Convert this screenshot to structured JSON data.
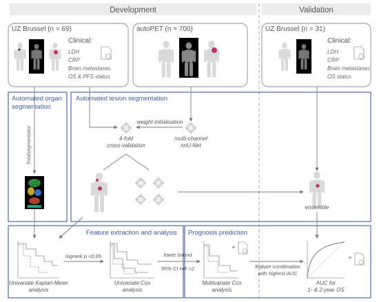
{
  "headers": {
    "development": "Development",
    "validation": "Validation"
  },
  "datasets": {
    "uz_dev": {
      "title": "UZ Brussel (n = 69)"
    },
    "autopet": {
      "title": "autoPET (n = 700)"
    },
    "uz_val": {
      "title": "UZ Brussel (n = 31)"
    }
  },
  "clinical": {
    "heading": "Clinical:",
    "dev_items": [
      "LDH",
      "CRP",
      "Brain metastases",
      "OS & PFS status"
    ],
    "val_items": [
      "LDH",
      "CRP",
      "Brain metastases",
      "OS status"
    ]
  },
  "panels": {
    "organ_title_line1": "Automated organ",
    "organ_title_line2": "segmentation",
    "organ_tool": "Totalsegmentator",
    "lesion_title": "Automated lesion segmentation",
    "feature_title": "Feature extraction and analysis",
    "prognosis_title": "Prognosis prediction"
  },
  "nodes": {
    "weight_init": "weight initialisation",
    "cv_line1": "4-fold",
    "cv_line2": "cross-validation",
    "nnunet_line1": "multi-channel",
    "nnunet_line2": "nnU-Net",
    "ensemble": "ensemble"
  },
  "analysis": {
    "km_line1": "Univariate Kaplan-Meier",
    "km_line2": "analysis",
    "logrank": "logrank p <0.05",
    "cox_line1": "Univariate Cox",
    "cox_line2": "analysis",
    "lower_bound_line1": "lower bound",
    "lower_bound_line2": "95% CI HR >2",
    "multi_cox_line1": "Multivariate Cox",
    "multi_cox_line2": "analysis",
    "combo_line1": "feature combination",
    "combo_line2": "with highest AUC",
    "auc_line1": "AUC for",
    "auc_line2": "1- & 2-year OS"
  },
  "colors": {
    "panel_blue": "#3b5ba9",
    "outline_gray": "#8a8a8a",
    "text_gray": "#555555",
    "lesion_red": "#c0306a"
  }
}
